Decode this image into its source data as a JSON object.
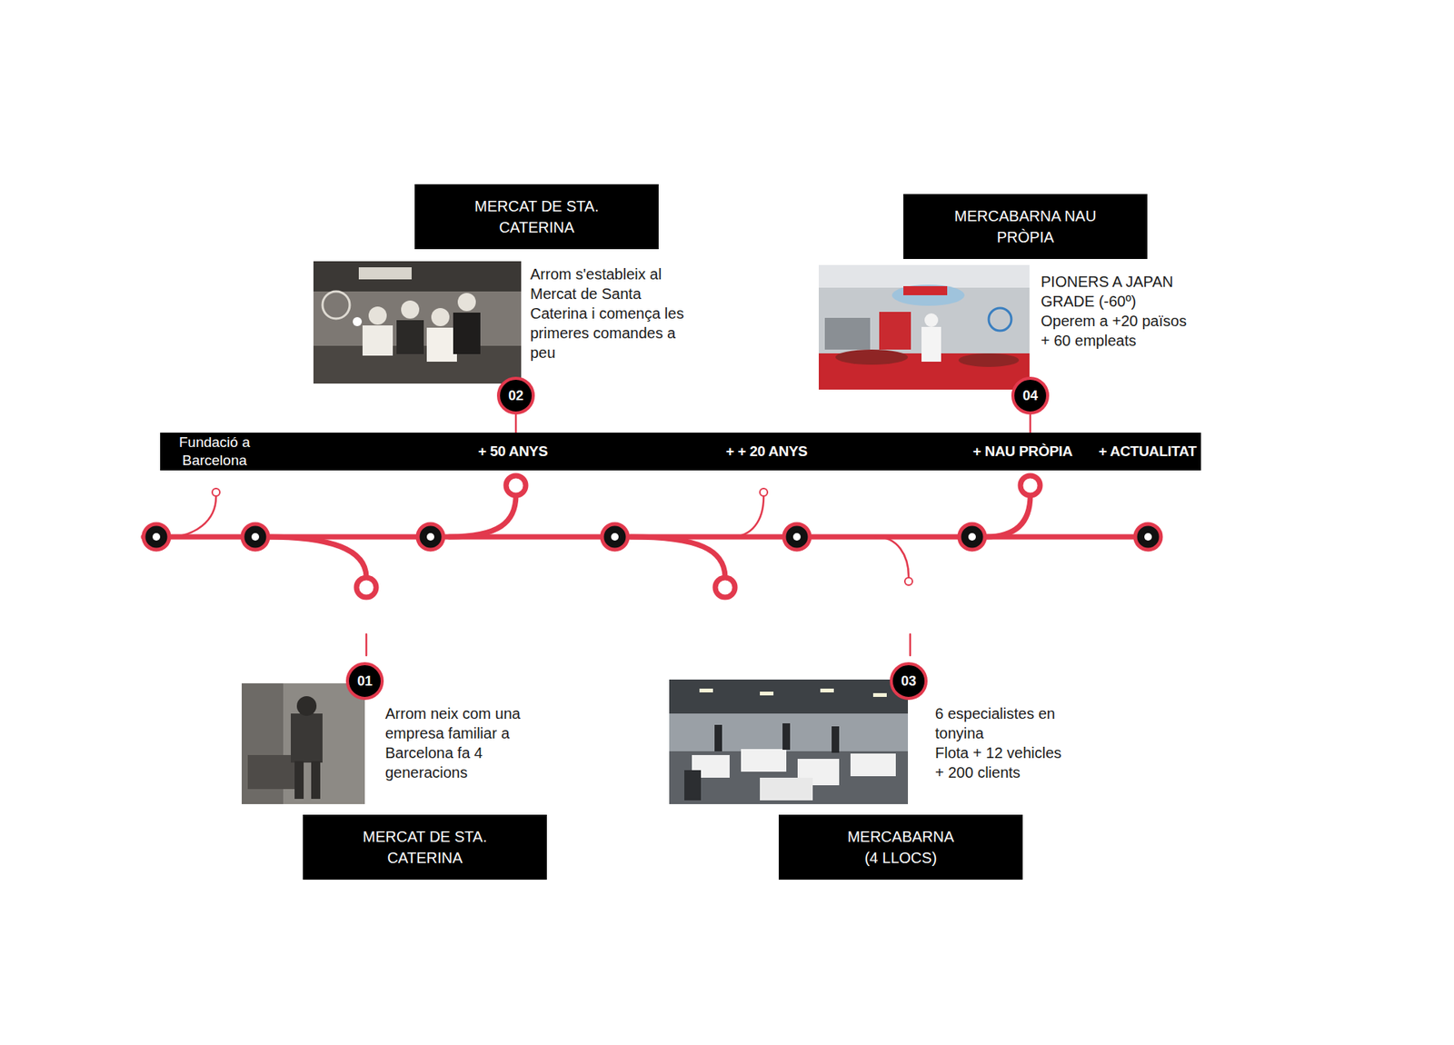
{
  "diagram": {
    "nodes": [
      {
        "text": [
          "MERCAT DE STA. CATERINA"
        ]
      },
      {
        "text": [
          "MERCABARNA NAU PRÒPIA"
        ]
      },
      {
        "text": [
          "02"
        ]
      },
      {
        "text": [
          "04"
        ]
      },
      {
        "text": [
          "Fundació a Barcelona",
          "+ 50 ANYS",
          "+ + 20 ANYS",
          "+ NAU PRÒPIA",
          "+ ACTUALITAT"
        ]
      },
      {
        "text": [
          "01"
        ]
      },
      {
        "text": [
          "03"
        ]
      },
      {
        "text": [
          "MERCAT DE STA. CATERINA"
        ]
      },
      {
        "text": [
          "MERCABARNA (4 LLOCS)"
        ]
      }
    ],
    "edges": [
      {
        "from": 2,
        "to": 4,
        "arrow": "none"
      },
      {
        "from": 3,
        "to": 4,
        "arrow": "none"
      }
    ],
    "labels": [
      "Arrom s'estableix al Mercat de Santa Caterina i comença les primeres comandes a peu",
      "PIONERS A JAPAN GRADE (-60º)",
      "Operem a +20 països",
      "+ 60 empleats",
      "Arrom neix com una empresa familiar a Barcelona fa 4 generacions",
      "6 especialistes en tonyina",
      "Flota + 12 vehicles",
      "+ 200 clients"
    ]
  }
}
